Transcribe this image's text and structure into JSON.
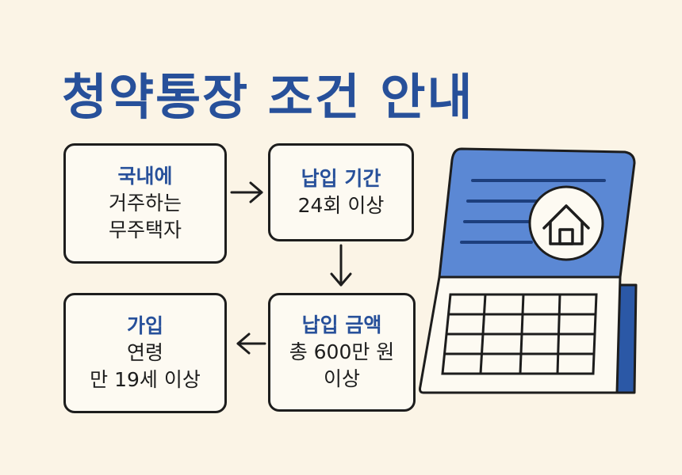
{
  "title": "청약통장 조건 안내",
  "boxes": [
    {
      "head": "국내에",
      "lines": [
        "거주하는",
        "무주택자"
      ]
    },
    {
      "head": "납입 기간",
      "lines": [
        "24회 이상"
      ]
    },
    {
      "head": "납입 금액",
      "lines": [
        "총 600만 원",
        "이상"
      ]
    },
    {
      "head": "가입",
      "lines": [
        "연령",
        "만 19세 이상"
      ]
    }
  ],
  "colors": {
    "accent": "#27509a",
    "calendar_top": "#5b88d4",
    "calendar_side": "#2b58a6",
    "background": "#fbf4e6"
  },
  "icons": [
    "house-icon",
    "calendar-icon",
    "arrow-right-icon",
    "arrow-down-icon",
    "arrow-left-icon"
  ]
}
